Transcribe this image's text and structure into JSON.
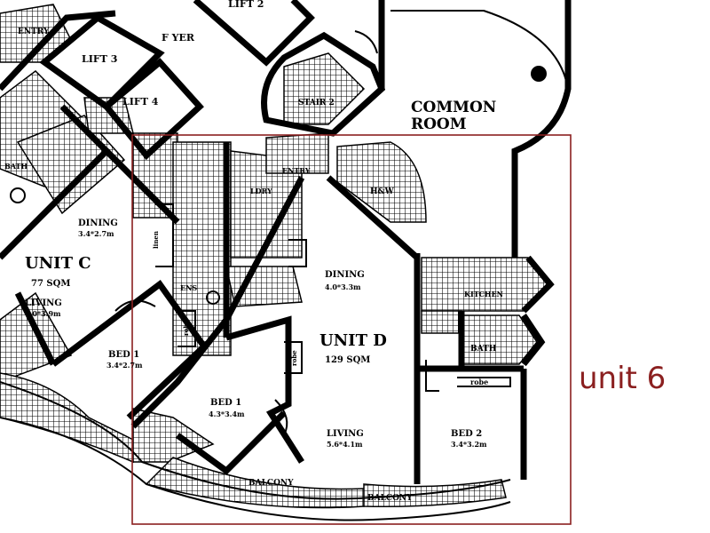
{
  "labels": {
    "lift2": "LIFT 2",
    "lift3": "LIFT 3",
    "lift4": "LIFT 4",
    "foyer": "F YER",
    "entry_top": "ENTRY",
    "common_room_1": "COMMON",
    "common_room_2": "ROOM",
    "stair": "STAIR 2",
    "entry_d": "ENTRY",
    "ldry": "LDRY",
    "hw": "H&W",
    "dining_c": "DINING",
    "dining_c_size": "3.4*2.7m",
    "unit_c": "UNIT C",
    "unit_c_area": "77 SQM",
    "living_c": "LIVING",
    "living_c_size": "4.0*3.9m",
    "bed1_c": "BED 1",
    "bed1_c_size": "3.4*2.7m",
    "bath_c": "BATH",
    "dining_d": "DINING",
    "dining_d_size": "4.0*3.3m",
    "kitchen": "KITCHEN",
    "bath_d": "BATH",
    "ensuite": "ENS",
    "linen": "linen",
    "robe1": "robe",
    "robe2": "robe",
    "robe3": "robe",
    "unit_d": "UNIT D",
    "unit_d_area": "129 SQM",
    "bed1_d": "BED 1",
    "bed1_d_size": "4.3*3.4m",
    "living_d": "LIVING",
    "living_d_size": "5.6*4.1m",
    "bed2_d": "BED 2",
    "bed2_d_size": "3.4*3.2m",
    "balcony_1": "BALCONY",
    "balcony_2": "BALCONY",
    "annotation": "unit 6"
  },
  "colors": {
    "wall": "#000000",
    "annotation": "#8b2020",
    "background": "#ffffff"
  }
}
